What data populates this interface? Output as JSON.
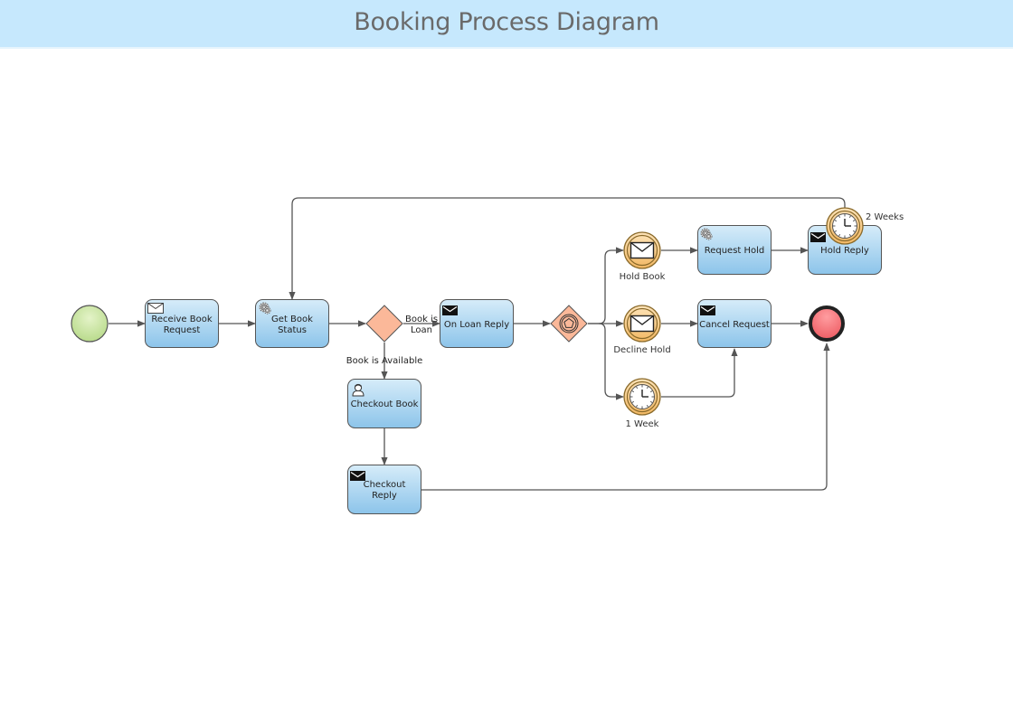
{
  "header": {
    "title": "Booking Process Diagram"
  },
  "colors": {
    "header_bg": "#c6e8fd",
    "task_top": "#d4ebf9",
    "task_bottom": "#8ec5ea",
    "start_fill": "#c3e09a",
    "end_fill": "#f06b70",
    "gateway_fill": "#fbb899",
    "intermediate_fill": "#f5c47c",
    "line": "#555555"
  },
  "events": {
    "start": {
      "label": ""
    },
    "end": {
      "label": ""
    },
    "hold_book": {
      "label": "Hold Book",
      "type": "message"
    },
    "decline_hold": {
      "label": "Decline Hold",
      "type": "message"
    },
    "one_week": {
      "label": "1 Week",
      "type": "timer"
    },
    "two_weeks": {
      "label": "2 Weeks",
      "type": "timer"
    }
  },
  "tasks": {
    "receive_book_request": {
      "lines": [
        "Receive Book",
        "Request"
      ],
      "icon": "envelope-outline-icon"
    },
    "get_book_status": {
      "lines": [
        "Get Book",
        "Status"
      ],
      "icon": "gear-icon"
    },
    "on_loan_reply": {
      "lines": [
        "On Loan Reply"
      ],
      "icon": "envelope-filled-icon"
    },
    "checkout_book": {
      "lines": [
        "Checkout Book"
      ],
      "icon": "user-icon"
    },
    "checkout_reply": {
      "lines": [
        "Checkout",
        "Reply"
      ],
      "icon": "envelope-filled-icon"
    },
    "request_hold": {
      "lines": [
        "Request Hold"
      ],
      "icon": "gear-icon"
    },
    "hold_reply": {
      "lines": [
        "Hold Reply"
      ],
      "icon": "envelope-filled-icon"
    },
    "cancel_request": {
      "lines": [
        "Cancel Request"
      ],
      "icon": "envelope-filled-icon"
    }
  },
  "gateways": {
    "book_status": {
      "type": "exclusive"
    },
    "event_based": {
      "type": "event-based"
    }
  },
  "flow_labels": {
    "book_is_loan": [
      "Book is",
      "Loan"
    ],
    "book_is_available": "Book is Available"
  }
}
